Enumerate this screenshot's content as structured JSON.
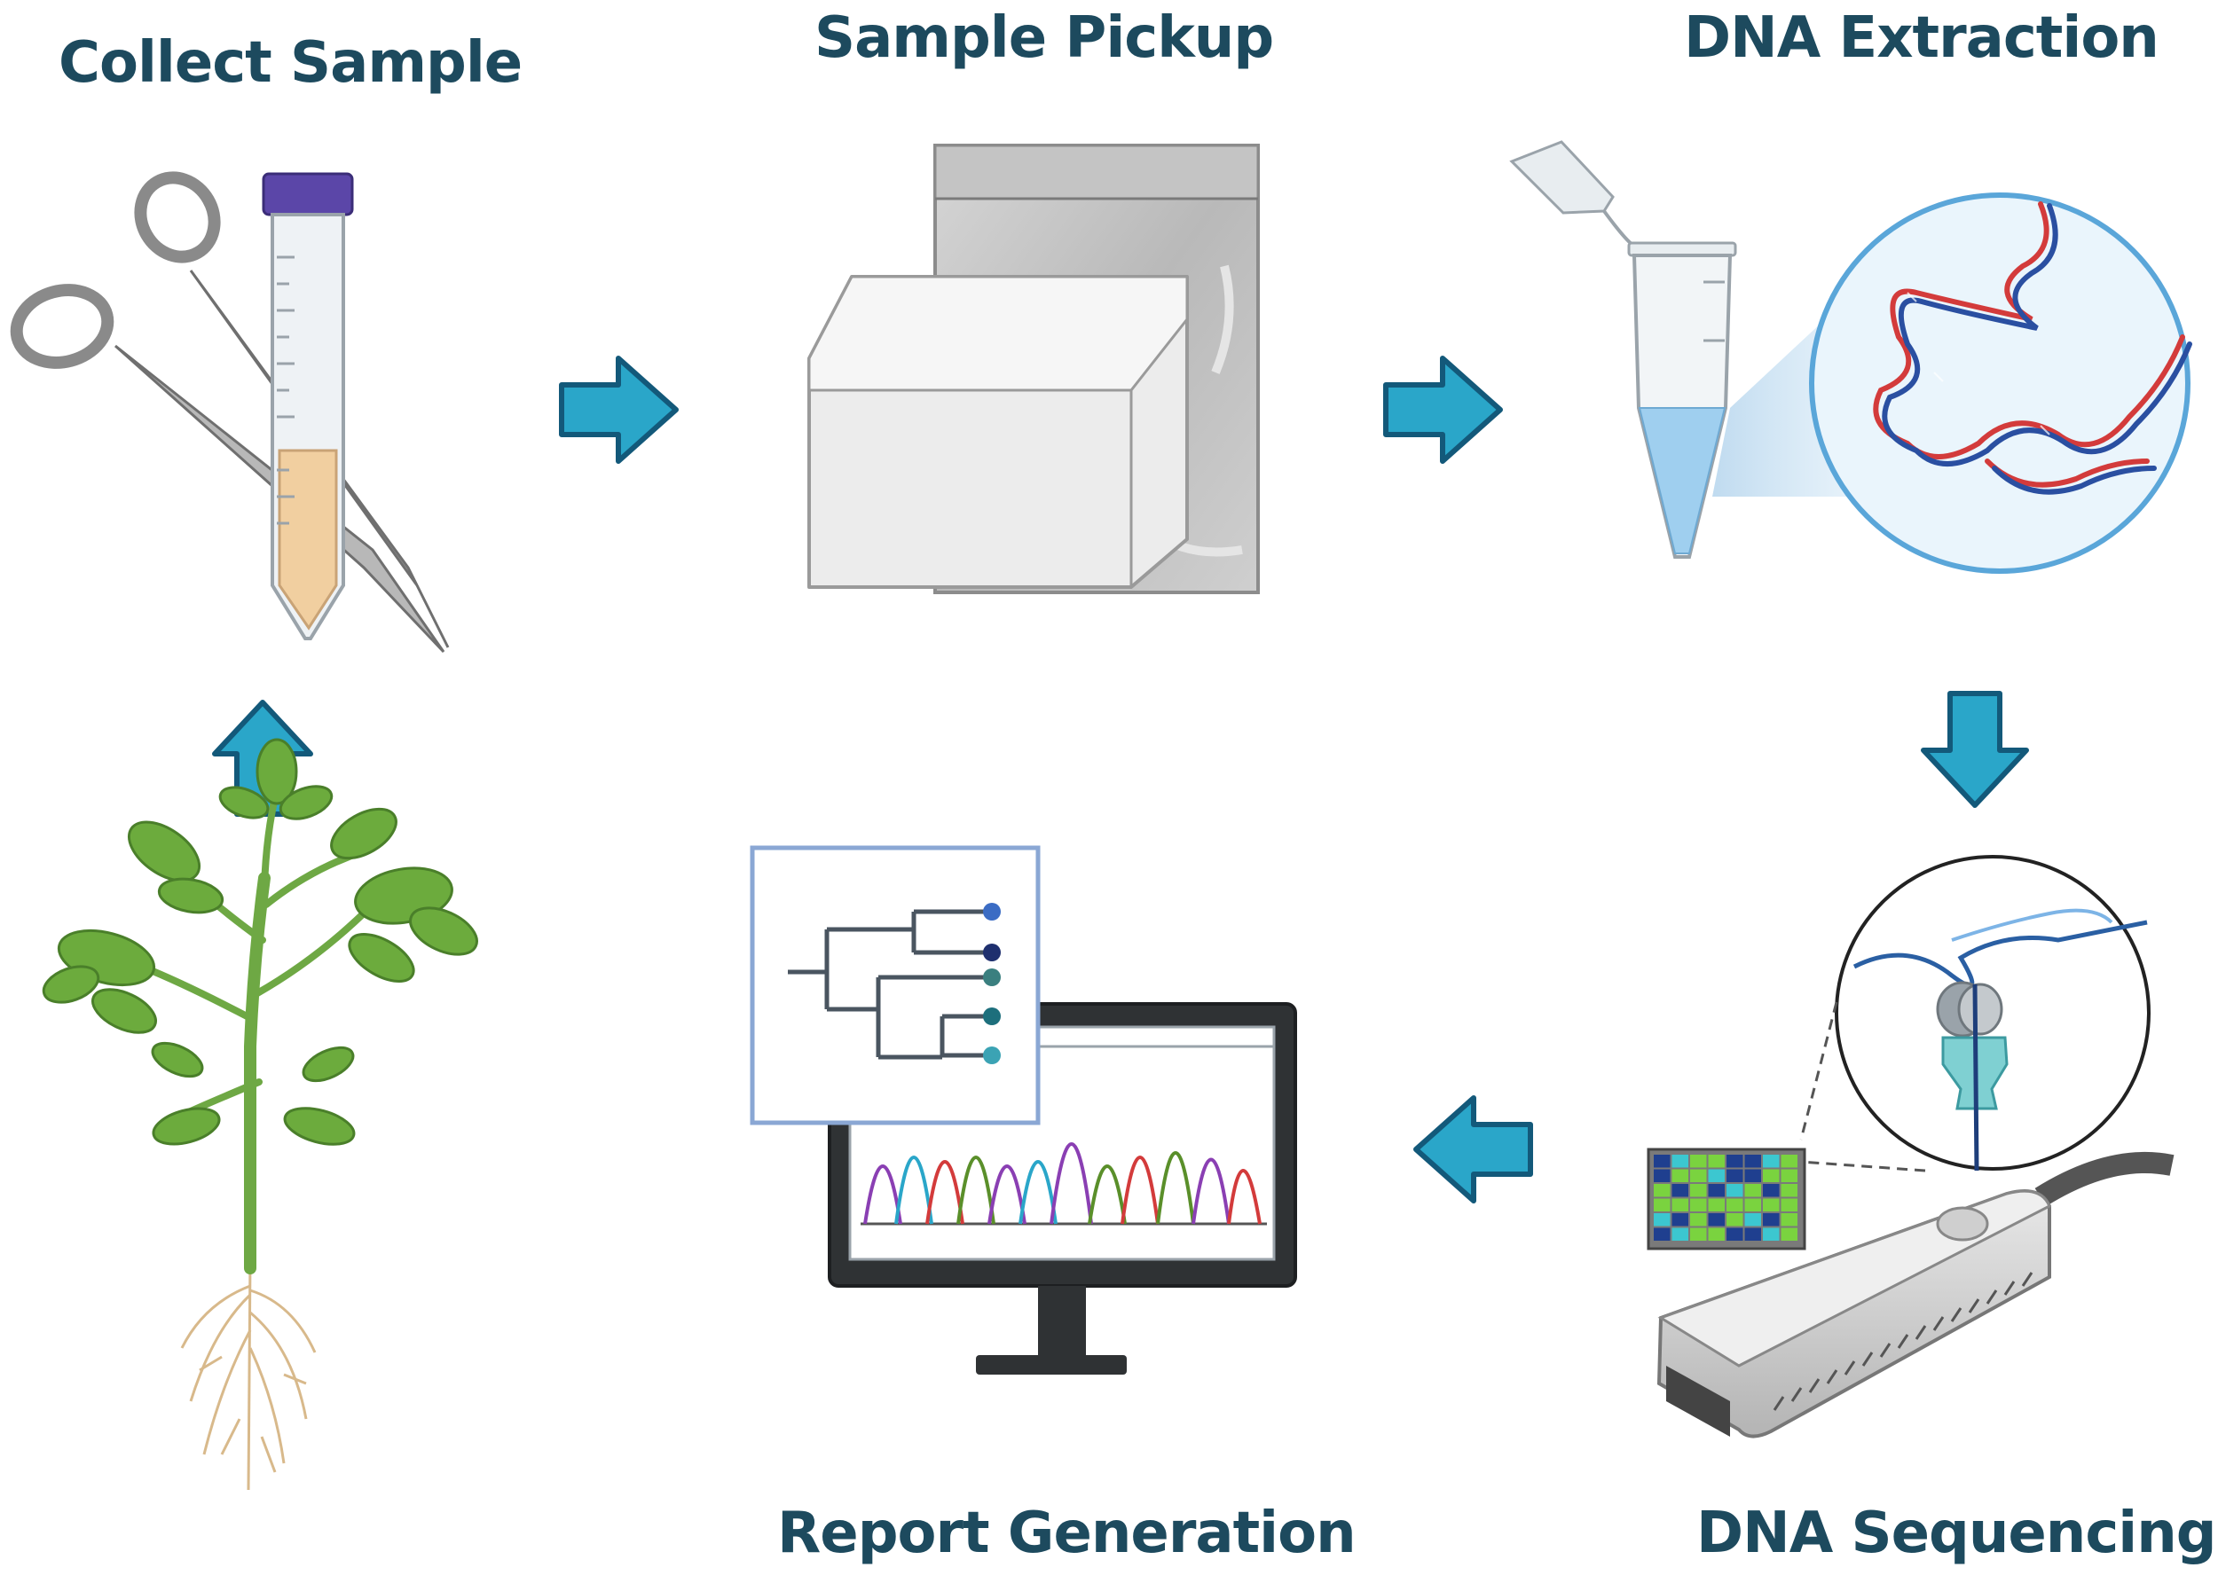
{
  "steps": {
    "collect": {
      "label": "Collect Sample"
    },
    "pickup": {
      "label": "Sample Pickup"
    },
    "extraction": {
      "label": "DNA Extraction"
    },
    "sequencing": {
      "label": "DNA Sequencing"
    },
    "report": {
      "label": "Report Generation"
    }
  },
  "colors": {
    "label_text": "#1d4a5e",
    "arrow_fill": "#2aa6c9",
    "arrow_stroke": "#13597a",
    "leaf_green": "#6cab3d",
    "dna_red": "#d33b3b",
    "dna_blue": "#2a4fa1"
  },
  "icons": {
    "collect": [
      "scissors-icon",
      "sample-tube-icon"
    ],
    "pickup": [
      "shipping-box-icon",
      "foil-bag-icon"
    ],
    "extraction": [
      "microcentrifuge-tube-icon",
      "dna-magnifier-icon"
    ],
    "sequencing": [
      "nanopore-magnifier-icon",
      "sequencer-device-icon",
      "flowcell-grid-icon"
    ],
    "report": [
      "monitor-icon",
      "chromatogram-icon",
      "phylogenetic-tree-icon"
    ],
    "source": [
      "plant-icon"
    ]
  }
}
